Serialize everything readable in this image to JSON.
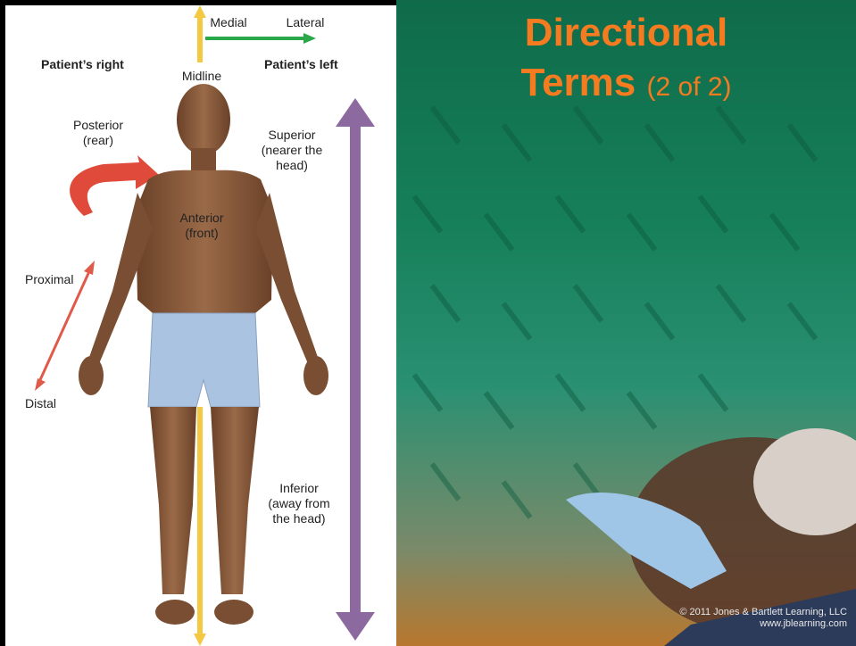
{
  "diagram": {
    "top_medial": "Medial",
    "top_lateral": "Lateral",
    "patient_right": "Patient’s right",
    "patient_left": "Patient’s left",
    "midline": "Midline",
    "posterior": "Posterior",
    "posterior_sub": "(rear)",
    "superior": "Superior",
    "superior_sub1": "(nearer the",
    "superior_sub2": "head)",
    "anterior": "Anterior",
    "anterior_sub": "(front)",
    "proximal": "Proximal",
    "distal": "Distal",
    "inferior": "Inferior",
    "inferior_sub1": "(away from",
    "inferior_sub2": "the head)"
  },
  "slide": {
    "title_line1": "Directional",
    "title_line2": "Terms",
    "title_suffix": "(2 of 2)",
    "copyright_line1": "© 2011 Jones & Bartlett Learning, LLC",
    "copyright_line2": "www.jblearning.com"
  },
  "colors": {
    "title": "#f47b20",
    "medial_lateral_arrow": "#2aa84a",
    "midline_arrow": "#f5c842",
    "superior_inferior_arrow": "#8c6aa0",
    "posterior_arrow": "#e04a3a",
    "proximal_distal_arrow": "#e05a4a"
  }
}
